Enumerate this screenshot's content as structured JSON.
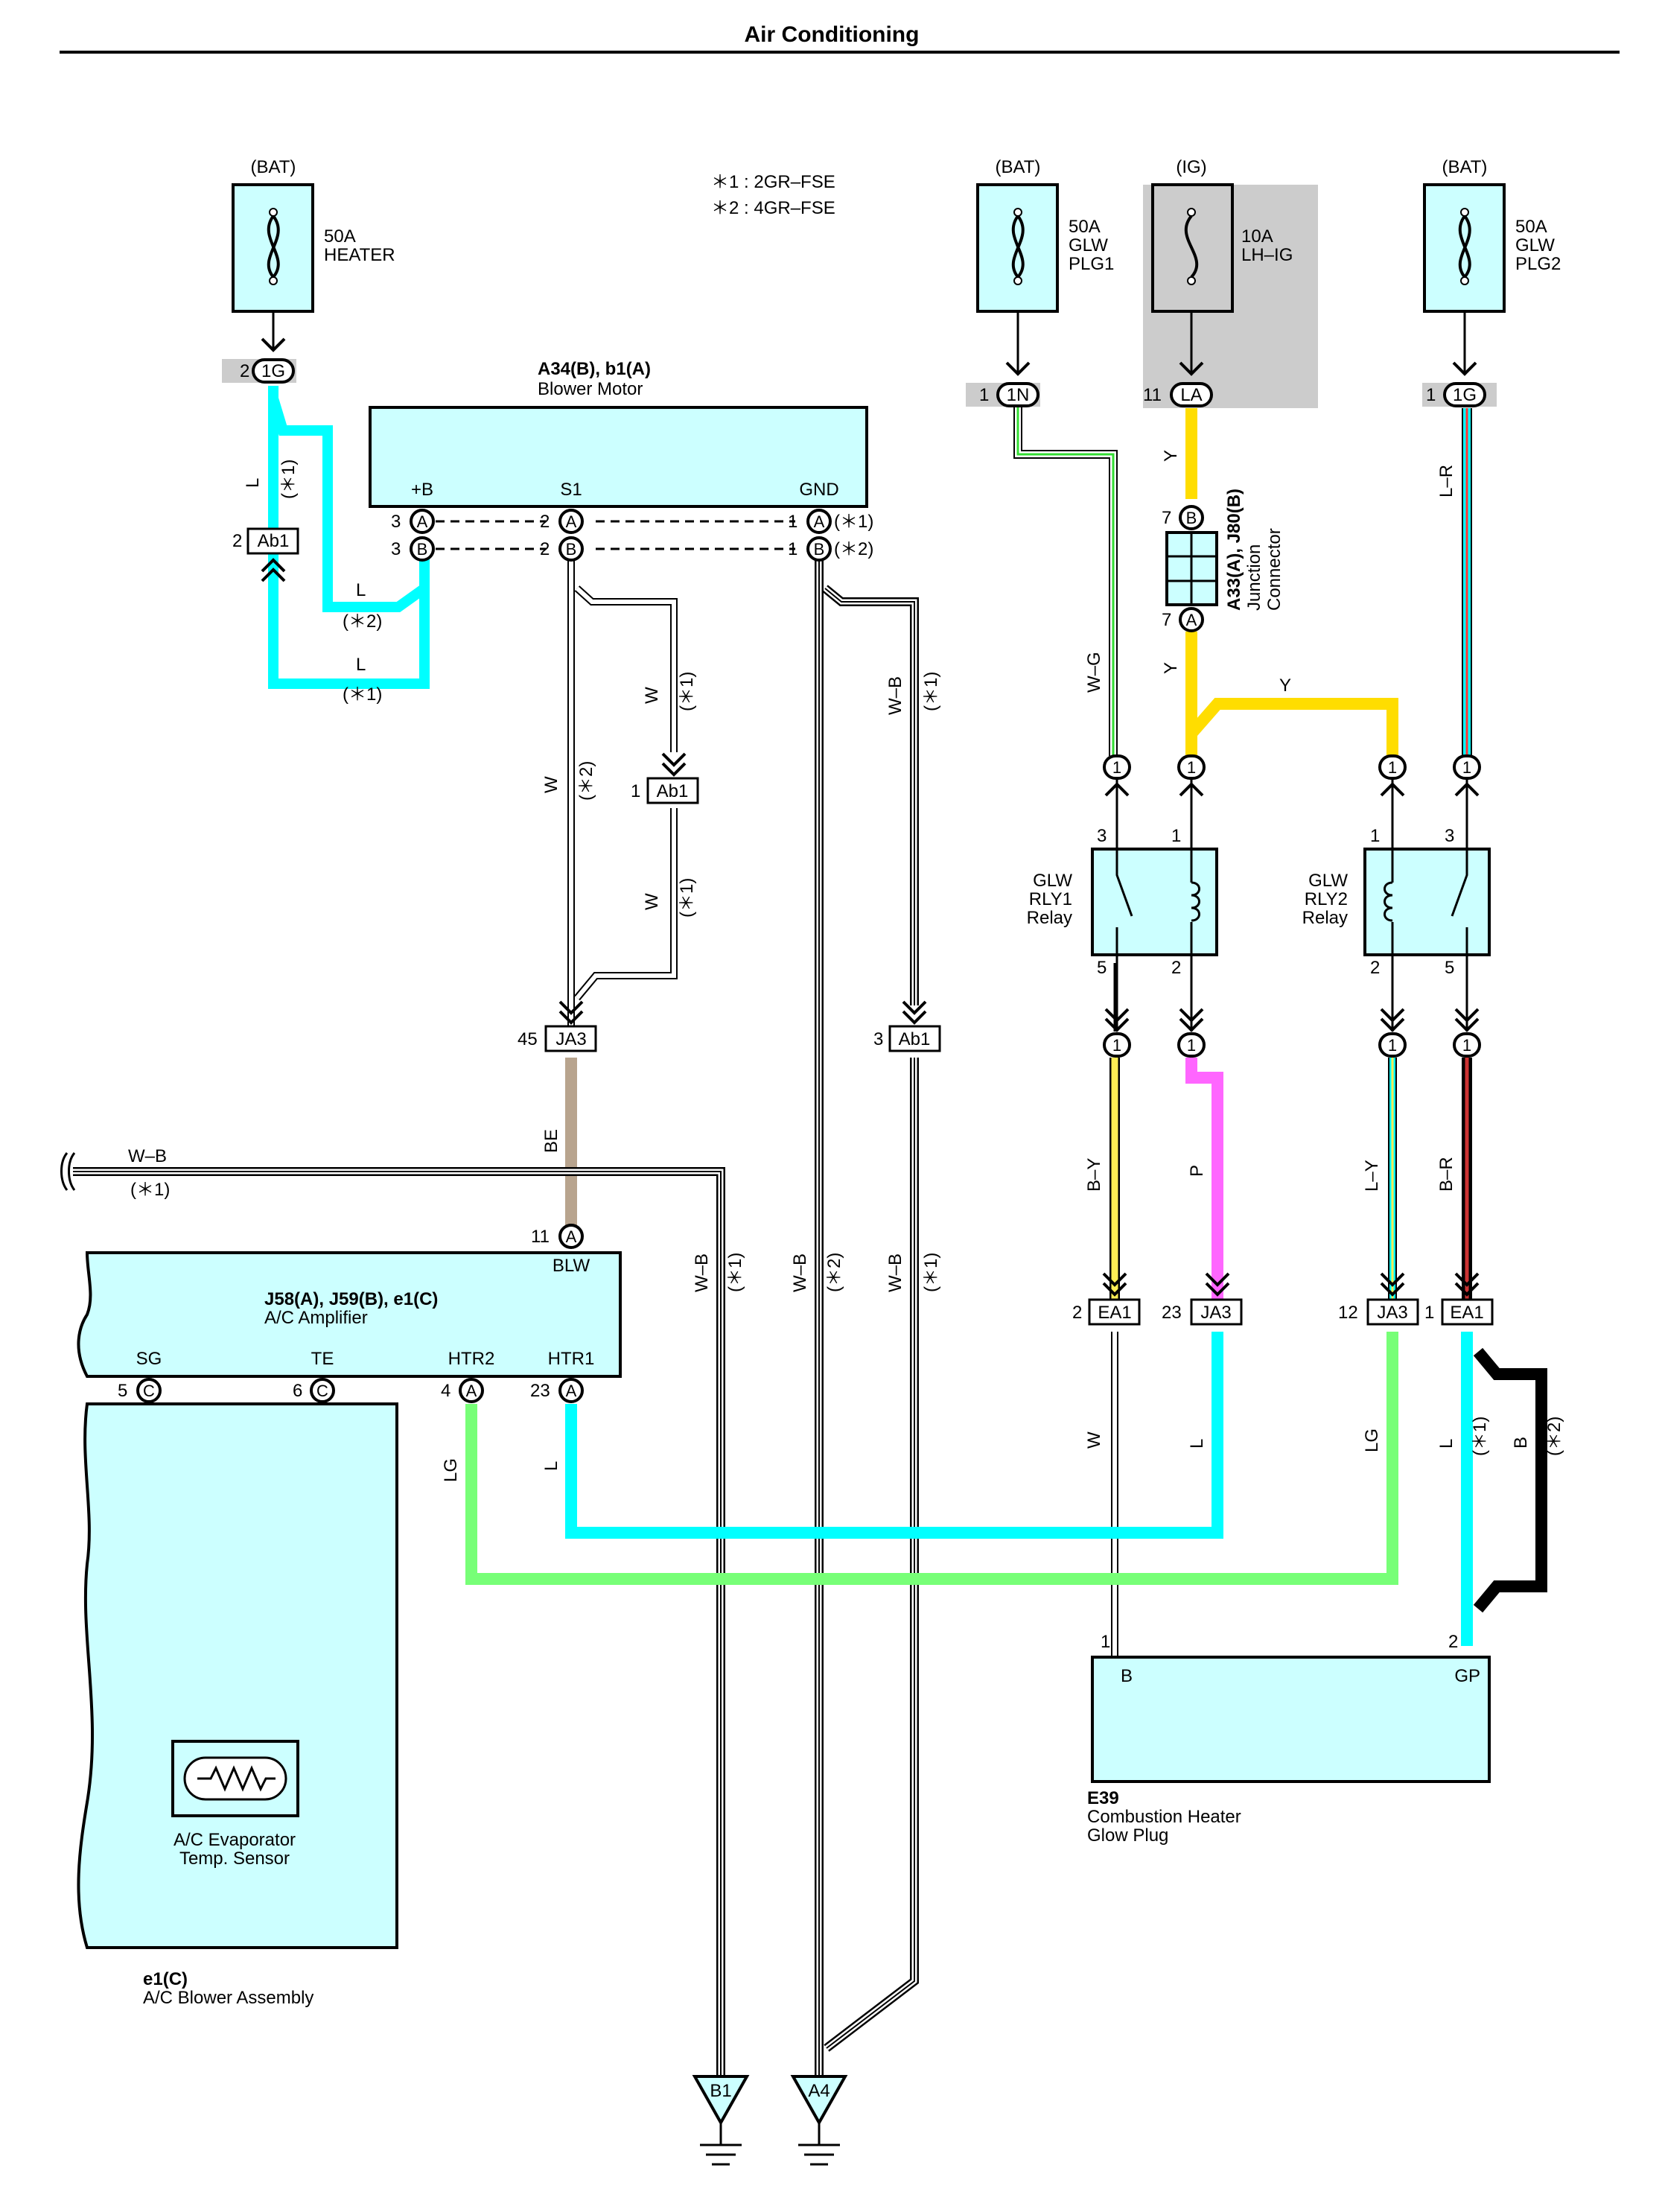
{
  "page": {
    "title": "Air Conditioning"
  },
  "notes": {
    "n1": "＊1 : 2GR–FSE",
    "n2": "＊2 : 4GR–FSE"
  },
  "power": {
    "bat1": "(BAT)",
    "bat2": "(BAT)",
    "bat3": "(BAT)",
    "ig": "(IG)",
    "heater_amp": "50A",
    "heater_name": "HEATER",
    "glw1_amp": "50A",
    "glw1_l1": "GLW",
    "glw1_l2": "PLG1",
    "lhig_amp": "10A",
    "lhig_name": "LH–IG",
    "glw2_amp": "50A",
    "glw2_l1": "GLW",
    "glw2_l2": "PLG2"
  },
  "connectors": {
    "c1g_a": "1G",
    "c1n": "1N",
    "cla": "LA",
    "c1g_b": "1G",
    "ab1": "Ab1",
    "ja3": "JA3",
    "ea1": "EA1",
    "pa": "A",
    "pb": "B",
    "pc": "C",
    "p1": "1"
  },
  "pins": {
    "n1": "1",
    "n2": "2",
    "n3": "3",
    "n4": "4",
    "n5": "5",
    "n6": "6",
    "n7": "7",
    "n11": "11",
    "n12": "12",
    "n23": "23",
    "n45": "45"
  },
  "blower_motor": {
    "code": "A34(B), b1(A)",
    "name": "Blower Motor",
    "t_b": "+B",
    "t_s1": "S1",
    "t_gnd": "GND"
  },
  "junction": {
    "code": "A33(A), J80(B)",
    "l1": "Junction",
    "l2": "Connector"
  },
  "relays": {
    "r1_l1": "GLW",
    "r1_l2": "RLY1",
    "r1_l3": "Relay",
    "r2_l1": "GLW",
    "r2_l2": "RLY2",
    "r2_l3": "Relay"
  },
  "amplifier": {
    "code": "J58(A), J59(B), e1(C)",
    "name": "A/C Amplifier",
    "blw": "BLW",
    "sg": "SG",
    "te": "TE",
    "htr2": "HTR2",
    "htr1": "HTR1"
  },
  "blower_assy": {
    "code": "e1(C)",
    "name": "A/C Blower Assembly",
    "sensor_l1": "A/C Evaporator",
    "sensor_l2": "Temp.  Sensor"
  },
  "heater": {
    "code": "E39",
    "l1": "Combustion Heater",
    "l2": "Glow Plug",
    "tb": "B",
    "tgp": "GP"
  },
  "wires": {
    "l": "L",
    "y": "Y",
    "w": "W",
    "wb": "W–B",
    "wg": "W–G",
    "lr": "L–R",
    "be": "BE",
    "by": "B–Y",
    "p": "P",
    "ly": "L–Y",
    "br": "B–R",
    "lg": "LG",
    "b": "B"
  },
  "marks": {
    "m1": "(＊1)",
    "m2": "(＊2)"
  },
  "grounds": {
    "b1": "B1",
    "a4": "A4"
  },
  "colors": {
    "light_blue": "#00ffff",
    "yellow": "#ffdd00",
    "pink": "#ff66ff",
    "light_green": "#77ff77",
    "tan": "#b8a48e",
    "component": "#ccffff",
    "ig_panel": "#cccccc"
  }
}
